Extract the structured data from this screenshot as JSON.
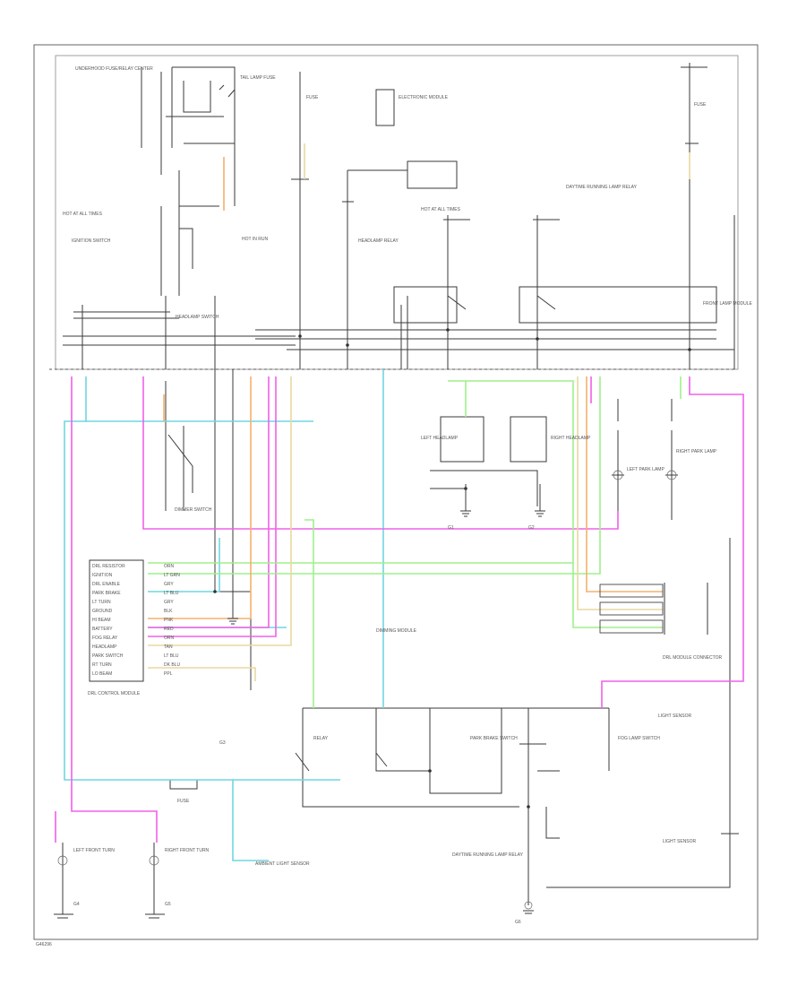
{
  "diagram": {
    "labels": {
      "underhood_fuse_block": "UNDERHOOD FUSE/RELAY CENTER",
      "tail_lamp_fuse": "TAIL LAMP FUSE",
      "fuse_a": "FUSE",
      "fuse_b": "FUSE",
      "electronic_module": "ELECTRONIC MODULE",
      "hot_in_all_times": "HOT AT ALL TIMES",
      "hot_in_all_times_2": "HOT AT ALL TIMES",
      "hot_in_run": "HOT IN RUN",
      "headlamp_switch": "HEADLAMP SWITCH",
      "ignition_switch": "IGNITION SWITCH",
      "dimmer_switch": "DIMMER SWITCH",
      "front_lamp_module": "FRONT LAMP MODULE",
      "left_headlamp": "LEFT HEADLAMP",
      "right_headlamp": "RIGHT HEADLAMP",
      "left_park_lamp": "LEFT PARK LAMP",
      "right_park_lamp": "RIGHT PARK LAMP",
      "relay": "RELAY",
      "drl_control_module": "DRL CONTROL MODULE",
      "dimming_module": "DIMMING MODULE",
      "drl_module_connector": "DRL MODULE CONNECTOR",
      "daytime_running_lamp_relay": "DAYTIME RUNNING LAMP RELAY",
      "headlamp_relay": "HEADLAMP RELAY",
      "park_brake_switch": "PARK BRAKE SWITCH",
      "left_front_turn": "LEFT FRONT TURN",
      "right_front_turn": "RIGHT FRONT TURN",
      "ground_g1": "G1",
      "ground_g2": "G2",
      "ground_g3": "G3",
      "ground_g4": "G4",
      "ground_g5": "G5",
      "ground_g6": "G6",
      "fog_lamp_switch": "FOG LAMP SWITCH",
      "ambient_light_sensor": "AMBIENT LIGHT SENSOR",
      "light_sensor": "LIGHT SENSOR",
      "footer": "G46296"
    },
    "module_pins": [
      "DRL RESISTOR",
      "IGNITION",
      "DRL ENABLE",
      "PARK BRAKE",
      "LT TURN",
      "GROUND",
      "HI BEAM",
      "BATTERY",
      "FOG RELAY",
      "HEADLAMP",
      "PARK SWITCH",
      "RT TURN",
      "LO BEAM"
    ],
    "module_wires": [
      "ORN",
      "LT GRN",
      "GRY",
      "LT BLU",
      "GRY",
      "BLK",
      "PNK",
      "RED",
      "ORN",
      "TAN",
      "LT BLU",
      "DK BLU",
      "PPL"
    ],
    "colors": {
      "cyan": "#6fd6e0",
      "magenta": "#f060e8",
      "green": "#9ef08a",
      "orange": "#f5b06a",
      "tan": "#e8d9a0",
      "black": "#3a3a3a"
    }
  }
}
